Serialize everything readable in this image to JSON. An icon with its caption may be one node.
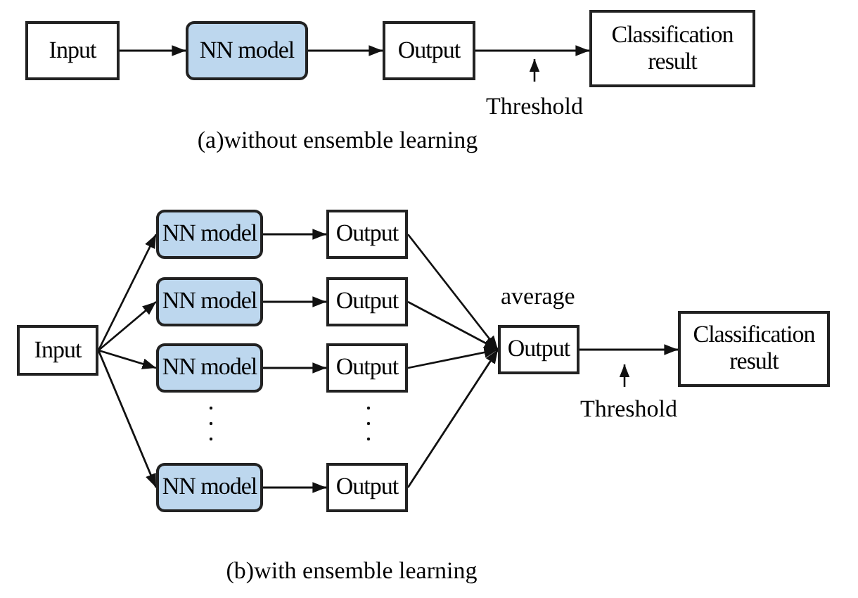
{
  "diagram": {
    "nodes": [
      {
        "text": [
          "Input"
        ]
      },
      {
        "text": [
          "NN model"
        ]
      },
      {
        "text": [
          "Output"
        ]
      },
      {
        "text": [
          "Classification result"
        ]
      },
      {
        "text": [
          "Input"
        ]
      },
      {
        "text": [
          "NN model"
        ]
      },
      {
        "text": [
          "NN model"
        ]
      },
      {
        "text": [
          "NN model"
        ]
      },
      {
        "text": [
          "NN model"
        ]
      },
      {
        "text": [
          "Output"
        ]
      },
      {
        "text": [
          "Output"
        ]
      },
      {
        "text": [
          "Output"
        ]
      },
      {
        "text": [
          "Output"
        ]
      },
      {
        "text": [
          "Output"
        ],
        "beside": [
          "average"
        ]
      },
      {
        "text": [
          "Classification result"
        ]
      }
    ],
    "edges": [
      {
        "from": 0,
        "to": 1,
        "arrow": "to"
      },
      {
        "from": 1,
        "to": 2,
        "arrow": "to"
      },
      {
        "from": 2,
        "to": 3,
        "arrow": "to"
      },
      {
        "from": 4,
        "to": 5,
        "arrow": "to"
      },
      {
        "from": 4,
        "to": 6,
        "arrow": "to"
      },
      {
        "from": 4,
        "to": 7,
        "arrow": "to"
      },
      {
        "from": 4,
        "to": 8,
        "arrow": "to"
      },
      {
        "from": 5,
        "to": 9,
        "arrow": "to"
      },
      {
        "from": 6,
        "to": 10,
        "arrow": "to"
      },
      {
        "from": 7,
        "to": 11,
        "arrow": "to"
      },
      {
        "from": 8,
        "to": 12,
        "arrow": "to"
      },
      {
        "from": 9,
        "to": 13,
        "arrow": "to"
      },
      {
        "from": 10,
        "to": 13,
        "arrow": "to"
      },
      {
        "from": 11,
        "to": 13,
        "arrow": "to"
      },
      {
        "from": 12,
        "to": 13,
        "arrow": "to"
      },
      {
        "from": 13,
        "to": 14,
        "arrow": "to"
      }
    ],
    "labels": [
      "Threshold",
      "(a)without ensemble learning",
      "Threshold",
      "(b)with ensemble learning"
    ]
  }
}
